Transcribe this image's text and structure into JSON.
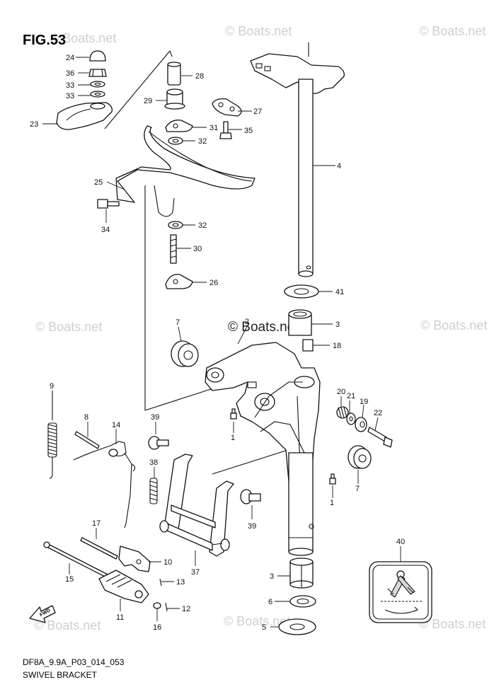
{
  "figure_title": "FIG.53",
  "footer": {
    "code": "DF8A_9.9A_P03_014_053",
    "name": "SWIVEL BRACKET"
  },
  "watermark": "© Boats.net",
  "fwd_label": "FWD",
  "callouts": {
    "p24": "24",
    "p36": "36",
    "p33a": "33",
    "p33b": "33",
    "p23": "23",
    "p28": "28",
    "p29": "29",
    "p27": "27",
    "p31": "31",
    "p35": "35",
    "p32a": "32",
    "p25": "25",
    "p34": "34",
    "p32b": "32",
    "p30": "30",
    "p26": "26",
    "p4": "4",
    "p41": "41",
    "p3a": "3",
    "p18": "18",
    "p7a": "7",
    "p2": "2",
    "p20": "20",
    "p21": "21",
    "p19": "19",
    "p22": "22",
    "p1a": "1",
    "p7b": "7",
    "p1b": "1",
    "p9": "9",
    "p8": "8",
    "p14": "14",
    "p39a": "39",
    "p38": "38",
    "p39b": "39",
    "p17": "17",
    "p10": "10",
    "p15": "15",
    "p37": "37",
    "p13": "13",
    "p3b": "3",
    "p6": "6",
    "p12": "12",
    "p11": "11",
    "p16": "16",
    "p5": "5",
    "p40": "40"
  },
  "colors": {
    "line": "#111111",
    "watermark": "#cfcfcf",
    "shade": "#d9d9d9"
  }
}
